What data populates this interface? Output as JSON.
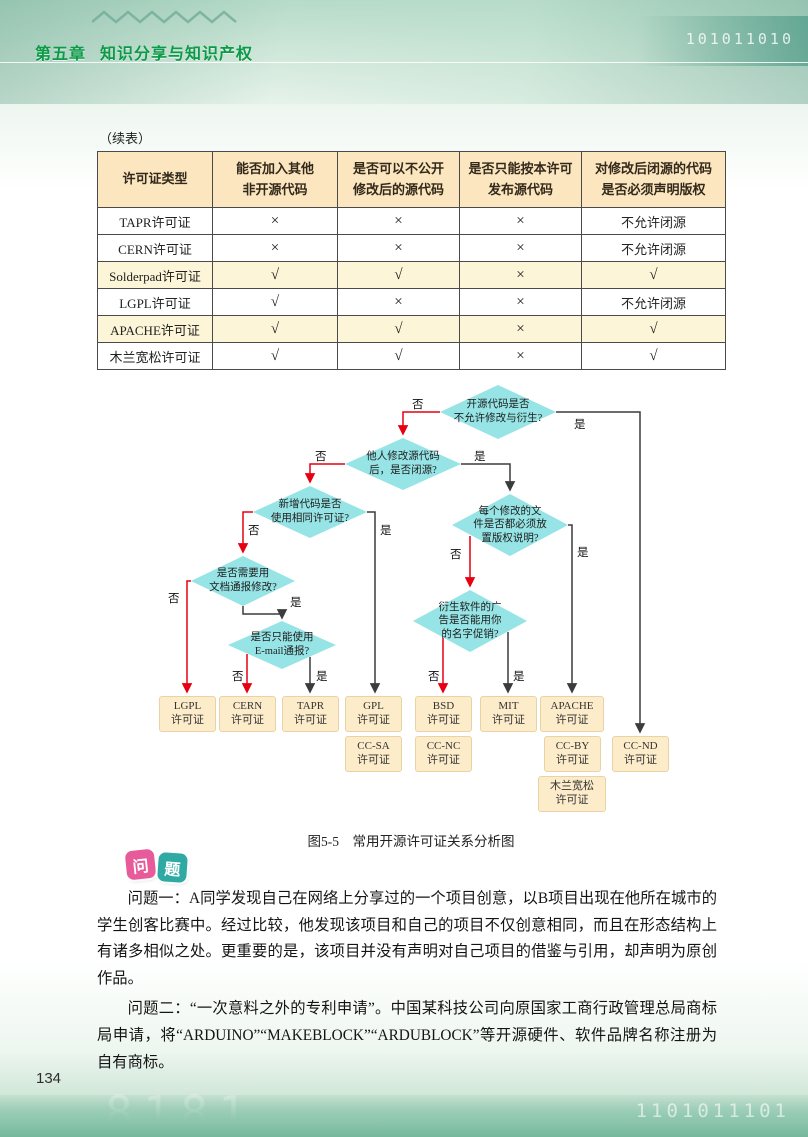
{
  "page": {
    "chapter": "第五章",
    "chapter_title": "知识分享与知识产权",
    "page_number": "134",
    "continued_label": "（续表）",
    "figure_caption": "图5-5　常用开源许可证关系分析图"
  },
  "colors": {
    "chapter_green": "#0b9a47",
    "table_header_bg": "#fce6c0",
    "table_shaded_row_bg": "#fdf5d7",
    "diamond_fill": "#96e4e5",
    "license_box_fill": "#fcecca",
    "no_branch_red": "#e60012",
    "yes_branch_black": "#3c3c3c"
  },
  "table": {
    "headers": [
      "许可证类型",
      "能否加入其他\n非开源代码",
      "是否可以不公开\n修改后的源代码",
      "是否只能按本许可\n发布源代码",
      "对修改后闭源的代码\n是否必须声明版权"
    ],
    "rows": [
      {
        "name": "TAPR许可证",
        "cells": [
          "×",
          "×",
          "×",
          "不允许闭源"
        ]
      },
      {
        "name": "CERN许可证",
        "cells": [
          "×",
          "×",
          "×",
          "不允许闭源"
        ]
      },
      {
        "name": "Solderpad许可证",
        "cells": [
          "√",
          "√",
          "×",
          "√"
        ]
      },
      {
        "name": "LGPL许可证",
        "cells": [
          "√",
          "×",
          "×",
          "不允许闭源"
        ]
      },
      {
        "name": "APACHE许可证",
        "cells": [
          "√",
          "√",
          "×",
          "√"
        ]
      },
      {
        "name": "木兰宽松许可证",
        "cells": [
          "√",
          "√",
          "×",
          "√"
        ]
      }
    ]
  },
  "flowchart": {
    "no_label": "否",
    "yes_label": "是",
    "decisions": [
      {
        "text": "开源代码是否\n不允许修改与衍生?"
      },
      {
        "text": "他人修改源代码\n后，是否闭源?"
      },
      {
        "text": "新增代码是否\n使用相同许可证?"
      },
      {
        "text": "每个修改的文\n件是否都必须放\n置版权说明?"
      },
      {
        "text": "是否需要用\n文档通报修改?"
      },
      {
        "text": "衍生软件的广\n告是否能用你\n的名字促销?"
      },
      {
        "text": "是否只能使用\nE-mail通报?"
      }
    ],
    "licenses": [
      "LGPL\n许可证",
      "CERN\n许可证",
      "TAPR\n许可证",
      "GPL\n许可证",
      "BSD\n许可证",
      "MIT\n许可证",
      "APACHE\n许可证",
      "CC-SA\n许可证",
      "CC-NC\n许可证",
      "CC-BY\n许可证",
      "CC-ND\n许可证",
      "木兰宽松\n许可证"
    ]
  },
  "questions": {
    "badge_left": "问",
    "badge_right": "题",
    "paragraphs": [
      "问题一：A同学发现自己在网络上分享过的一个项目创意，以B项目出现在他所在城市的学生创客比赛中。经过比较，他发现该项目和自己的项目不仅创意相同，而且在形态结构上有诸多相似之处。更重要的是，该项目并没有声明对自己项目的借鉴与引用，却声明为原创作品。",
      "问题二：“一次意料之外的专利申请”。中国某科技公司向原国家工商行政管理总局商标局申请，将“ARDUINO”“MAKEBLOCK”“ARDUBLOCK”等开源硬件、软件品牌名称注册为自有商标。"
    ]
  },
  "decor": {
    "top_digits": "101011010",
    "bottom_digits_left": "8181",
    "bottom_digits_right": "1101011101"
  }
}
